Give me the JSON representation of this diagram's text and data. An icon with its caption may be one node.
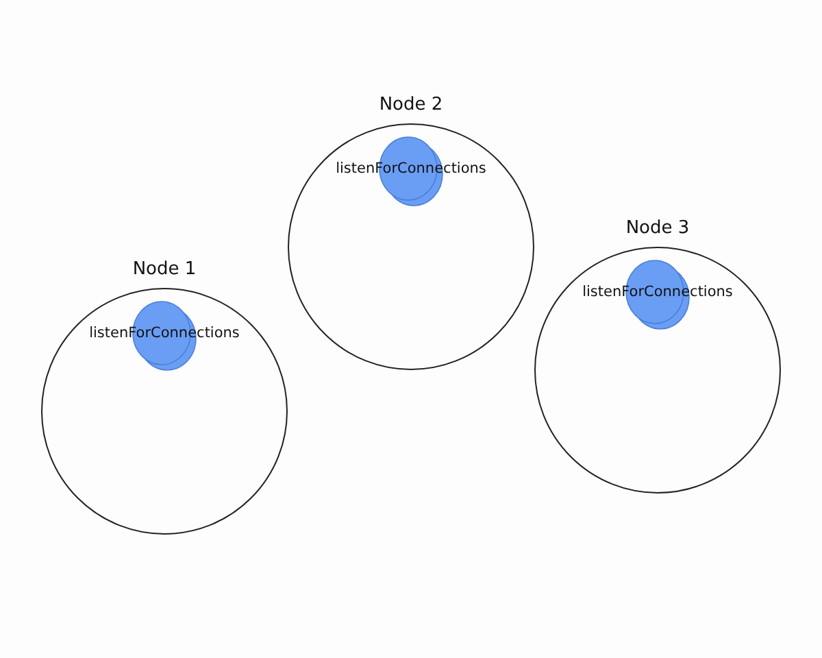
{
  "diagram": {
    "nodes": [
      {
        "text": [
          "Node 1"
        ]
      },
      {
        "text": [
          "listenForConnections"
        ],
        "in": 0
      },
      {
        "text": [
          "Node 2"
        ]
      },
      {
        "text": [
          "listenForConnections"
        ],
        "in": 2
      },
      {
        "text": [
          "Node 3"
        ]
      },
      {
        "text": [
          "listenForConnections"
        ],
        "in": 4
      }
    ]
  }
}
